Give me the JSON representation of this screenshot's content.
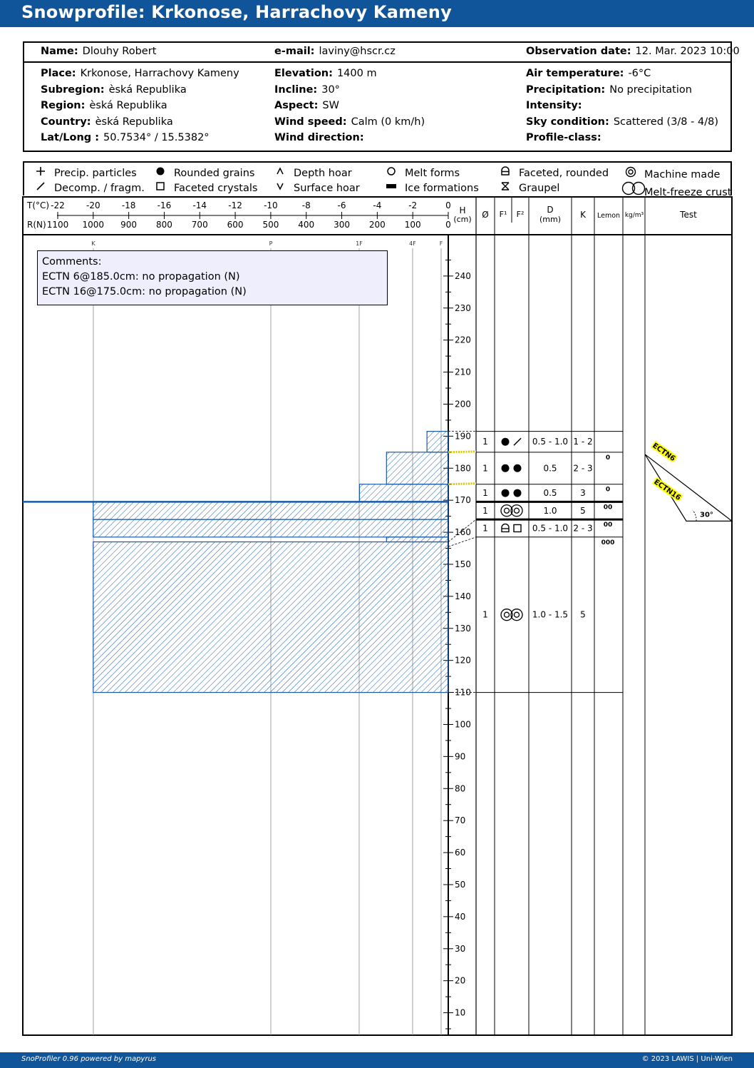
{
  "title": "Snowprofile: Krkonose, Harrachovy Kameny",
  "header": {
    "name_label": "Name:",
    "name": "Dlouhy Robert",
    "email_label": "e-mail:",
    "email": "laviny@hscr.cz",
    "obs_label": "Observation date:",
    "obs_date": "12. Mar. 2023 10:00"
  },
  "info": {
    "place_label": "Place:",
    "place": "Krkonose, Harrachovy Kameny",
    "subregion_label": "Subregion:",
    "subregion": "èská Republika",
    "region_label": "Region:",
    "region": "èská Republika",
    "country_label": "Country:",
    "country": "èská Republika",
    "latlong_label": "Lat/Long :",
    "latlong": "50.7534° / 15.5382°",
    "elevation_label": "Elevation:",
    "elevation": "1400 m",
    "incline_label": "Incline:",
    "incline": "30°",
    "aspect_label": "Aspect:",
    "aspect": "SW",
    "windspeed_label": "Wind speed:",
    "windspeed": "Calm (0 km/h)",
    "winddir_label": "Wind direction:",
    "winddir": "",
    "airtemp_label": "Air temperature:",
    "airtemp": "-6°C",
    "precip_label": "Precipitation:",
    "precip": "No precipitation",
    "intensity_label": "Intensity:",
    "intensity": "",
    "sky_label": "Sky condition:",
    "sky": "Scattered (3/8 - 4/8)",
    "profileclass_label": "Profile-class:",
    "profileclass": ""
  },
  "legend": [
    {
      "icon": "plus-icon",
      "label": "Precip. particles"
    },
    {
      "icon": "slash-icon",
      "label": "Decomp. / fragm."
    },
    {
      "icon": "filled-circle-icon",
      "label": "Rounded grains"
    },
    {
      "icon": "square-icon",
      "label": "Faceted crystals"
    },
    {
      "icon": "caret-up-icon",
      "label": "Depth hoar"
    },
    {
      "icon": "caret-down-icon",
      "label": "Surface hoar"
    },
    {
      "icon": "open-circle-icon",
      "label": "Melt forms"
    },
    {
      "icon": "black-bar-icon",
      "label": "Ice formations"
    },
    {
      "icon": "faceted-rounded-icon",
      "label": "Faceted, rounded"
    },
    {
      "icon": "graupel-icon",
      "label": "Graupel"
    },
    {
      "icon": "double-circle-icon",
      "label": "Machine made"
    },
    {
      "icon": "melt-freeze-crust-icon",
      "label": "Melt-freeze crust"
    }
  ],
  "axis": {
    "temp_label": "T(°C)",
    "temps": [
      "-22",
      "-20",
      "-18",
      "-16",
      "-14",
      "-12",
      "-10",
      "-8",
      "-6",
      "-4",
      "-2",
      "0"
    ],
    "res_label": "R(N)",
    "res": [
      "1100",
      "1000",
      "900",
      "800",
      "700",
      "600",
      "500",
      "400",
      "300",
      "200",
      "100",
      "0"
    ],
    "hardness": [
      "K",
      "P",
      "1F",
      "4F",
      "F"
    ],
    "h_label": "H",
    "h_unit": "(cm)",
    "heights": [
      "240",
      "230",
      "220",
      "210",
      "200",
      "190",
      "180",
      "170",
      "160",
      "150",
      "140",
      "130",
      "120",
      "110",
      "100",
      "90",
      "80",
      "70",
      "60",
      "50",
      "40",
      "30",
      "20",
      "10"
    ]
  },
  "columns": {
    "moisture": "Ø",
    "f1": "F¹",
    "f2": "F²",
    "d": "D",
    "d_unit": "(mm)",
    "k": "K",
    "lemon": "Lemon",
    "density": "kg/m³",
    "test": "Test"
  },
  "layers": [
    {
      "moisture": "1",
      "f1": "filled-circle-icon",
      "f2": "slash-icon",
      "d": "0.5 - 1.0",
      "k": "1 - 2",
      "lemon": ""
    },
    {
      "moisture": "1",
      "f1": "filled-circle-icon",
      "f2": "filled-circle-icon",
      "d": "0.5",
      "k": "2 - 3",
      "lemon": "0"
    },
    {
      "moisture": "1",
      "f1": "filled-circle-icon",
      "f2": "filled-circle-icon",
      "d": "0.5",
      "k": "3",
      "lemon": "0"
    },
    {
      "moisture": "1",
      "f1": "melt-freeze-crust-icon",
      "f2": "",
      "d": "1.0",
      "k": "5",
      "lemon": "00"
    },
    {
      "moisture": "1",
      "f1": "faceted-rounded-icon",
      "f2": "square-icon",
      "d": "0.5 - 1.0",
      "k": "2 - 3",
      "lemon": "00"
    },
    {
      "moisture": "1",
      "f1": "melt-freeze-crust-icon",
      "f2": "",
      "d": "1.0 - 1.5",
      "k": "5",
      "lemon": "000"
    }
  ],
  "tests": [
    {
      "label": "ECTN6",
      "height_cm": 185
    },
    {
      "label": "ECTN16",
      "height_cm": 175
    }
  ],
  "test_angle": "30°",
  "comments": {
    "title": "Comments:",
    "lines": [
      "ECTN 6@185.0cm: no propagation (N)",
      "ECTN 16@175.0cm: no propagation (N)"
    ]
  },
  "colors": {
    "brand": "#10549a",
    "hatch": "#1b5aa6",
    "comments_bg": "#eeeefc",
    "test_highlight": "#ffff00"
  },
  "footer": {
    "left": "SnoProfiler 0.96 powered by mapyrus",
    "right": "© 2023 LAWIS | Uni-Wien"
  }
}
